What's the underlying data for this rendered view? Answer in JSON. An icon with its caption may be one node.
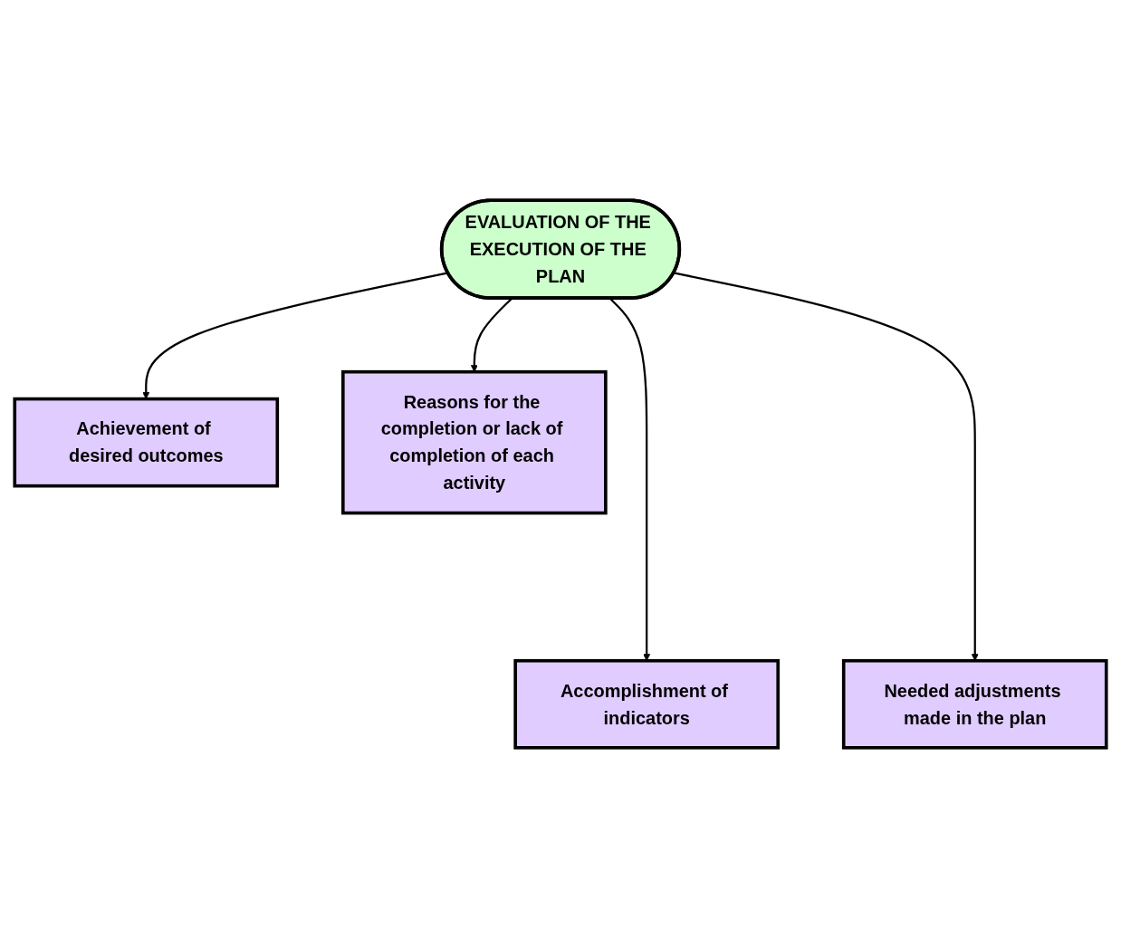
{
  "diagram": {
    "nodes": [
      {
        "text": [
          "EVALUATION OF THE EXECUTION OF THE PLAN"
        ]
      },
      {
        "text": [
          "Achievement of desired outcomes"
        ]
      },
      {
        "text": [
          "Reasons for the completion or lack of completion of each activity"
        ]
      },
      {
        "text": [
          "Accomplishment of indicators"
        ]
      },
      {
        "text": [
          "Needed adjustments made in the plan"
        ]
      }
    ],
    "edges": [
      {
        "from": 0,
        "to": 1,
        "arrow": "to"
      },
      {
        "from": 0,
        "to": 3,
        "arrow": "to"
      },
      {
        "from": 0,
        "to": 4,
        "arrow": "to"
      },
      {
        "from": 0,
        "to": 2,
        "arrow": "to"
      }
    ]
  }
}
